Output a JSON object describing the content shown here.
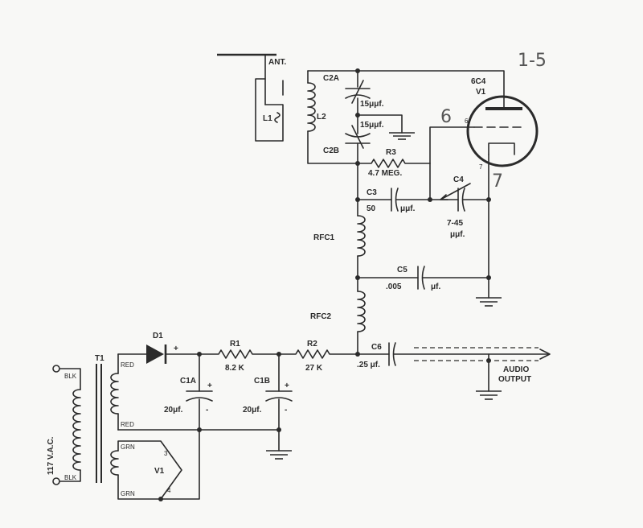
{
  "schematic": {
    "antenna": "ANT.",
    "coil_l1": "L1",
    "coil_l2": "L2",
    "cap_c2a": "C2A",
    "cap_c2b": "C2B",
    "cap_c2a_value": "15μμf.",
    "cap_c2b_value": "15μμf.",
    "resistor_r3": "R3",
    "resistor_r3_value": "4.7 MEG.",
    "cap_c3": "C3",
    "cap_c3_value": "50",
    "cap_c3_unit": "μμf.",
    "cap_c4": "C4",
    "cap_c4_value": "7-45",
    "cap_c4_unit": "μμf.",
    "tube_type": "6C4",
    "tube_ref": "V1",
    "tube_pin_6": "6",
    "tube_pin_7": "7",
    "choke_rfc1": "RFC1",
    "choke_rfc2": "RFC2",
    "cap_c5": "C5",
    "cap_c5_value": ".005",
    "cap_c5_unit": "μf.",
    "resistor_r1": "R1",
    "resistor_r1_value": "8.2 K",
    "resistor_r2": "R2",
    "resistor_r2_value": "27 K",
    "cap_c6": "C6",
    "cap_c6_value": ".25 μf.",
    "audio_output_line1": "AUDIO",
    "audio_output_line2": "OUTPUT",
    "diode_d1": "D1",
    "transformer_t1": "T1",
    "mains_label": "117 V.A.C.",
    "wire_blk_top": "BLK",
    "wire_blk_bottom": "BLK",
    "wire_red_top": "RED",
    "wire_red_bottom": "RED",
    "wire_grn_top": "GRN",
    "wire_grn_bottom": "GRN",
    "cap_c1a": "C1A",
    "cap_c1a_value": "20μf.",
    "cap_c1b": "C1B",
    "cap_c1b_value": "20μf.",
    "heater_ref": "V1",
    "heater_pin_3": "3",
    "heater_pin_4": "4",
    "plus_sign": "+",
    "minus_sign": "-"
  },
  "annotations": {
    "pins_handwritten": "1-5",
    "pin6_handwritten": "6",
    "pin7_handwritten": "7"
  }
}
